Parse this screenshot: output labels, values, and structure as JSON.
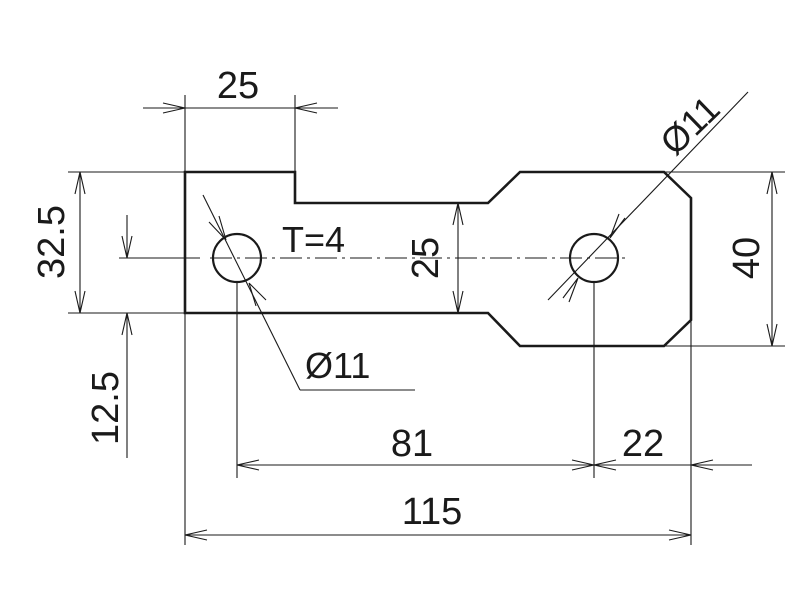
{
  "drawing": {
    "thickness_note": "T=4",
    "dimensions": {
      "top_width": "25",
      "left_height": "32.5",
      "left_hole_offset": "12.5",
      "neck_height": "25",
      "right_height": "40",
      "hole_spacing": "81",
      "right_hole_offset": "22",
      "overall_length": "115",
      "left_hole_diameter": "Ø11",
      "right_hole_diameter": "Ø11"
    }
  }
}
